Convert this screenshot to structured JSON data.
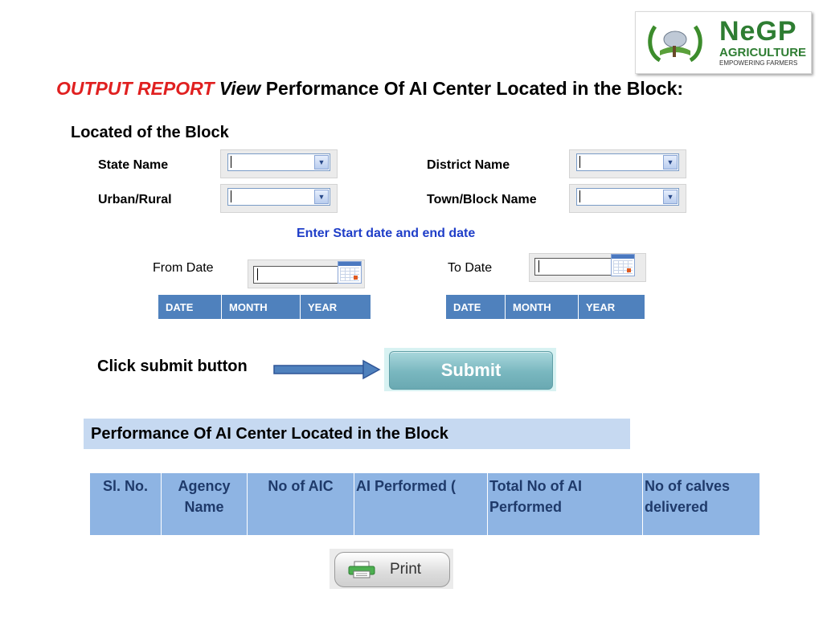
{
  "logo": {
    "brand": "NeGP",
    "line1": "AGRICULTURE",
    "line2": "EMPOWERING FARMERS"
  },
  "title": {
    "part1": "OUTPUT REPORT",
    "part2": "View",
    "part3": "Performance Of AI Center Located in the Block:"
  },
  "location_section": {
    "heading": "Located of the Block",
    "state_label": "State Name",
    "district_label": "District Name",
    "urban_rural_label": "Urban/Rural",
    "town_block_label": "Town/Block Name"
  },
  "dates": {
    "hint": "Enter  Start  date and end date",
    "from_label": "From Date",
    "to_label": "To  Date",
    "columns": [
      "DATE",
      "MONTH",
      "YEAR"
    ]
  },
  "submit": {
    "prompt": "Click  submit button",
    "label": "Submit"
  },
  "performance": {
    "heading": "Performance Of AI Center Located in the Block",
    "columns": [
      "Sl. No.",
      "Agency Name",
      "No of AIC",
      "AI Performed (",
      "Total  No of AI Performed",
      "No of  calves delivered"
    ]
  },
  "print": {
    "label": "Print"
  },
  "colors": {
    "title_red": "#e02020",
    "hint_blue": "#1f3ec8",
    "header_blue": "#4f81bd",
    "table_blue": "#8eb4e3",
    "bar_blue": "#c6d9f1"
  }
}
